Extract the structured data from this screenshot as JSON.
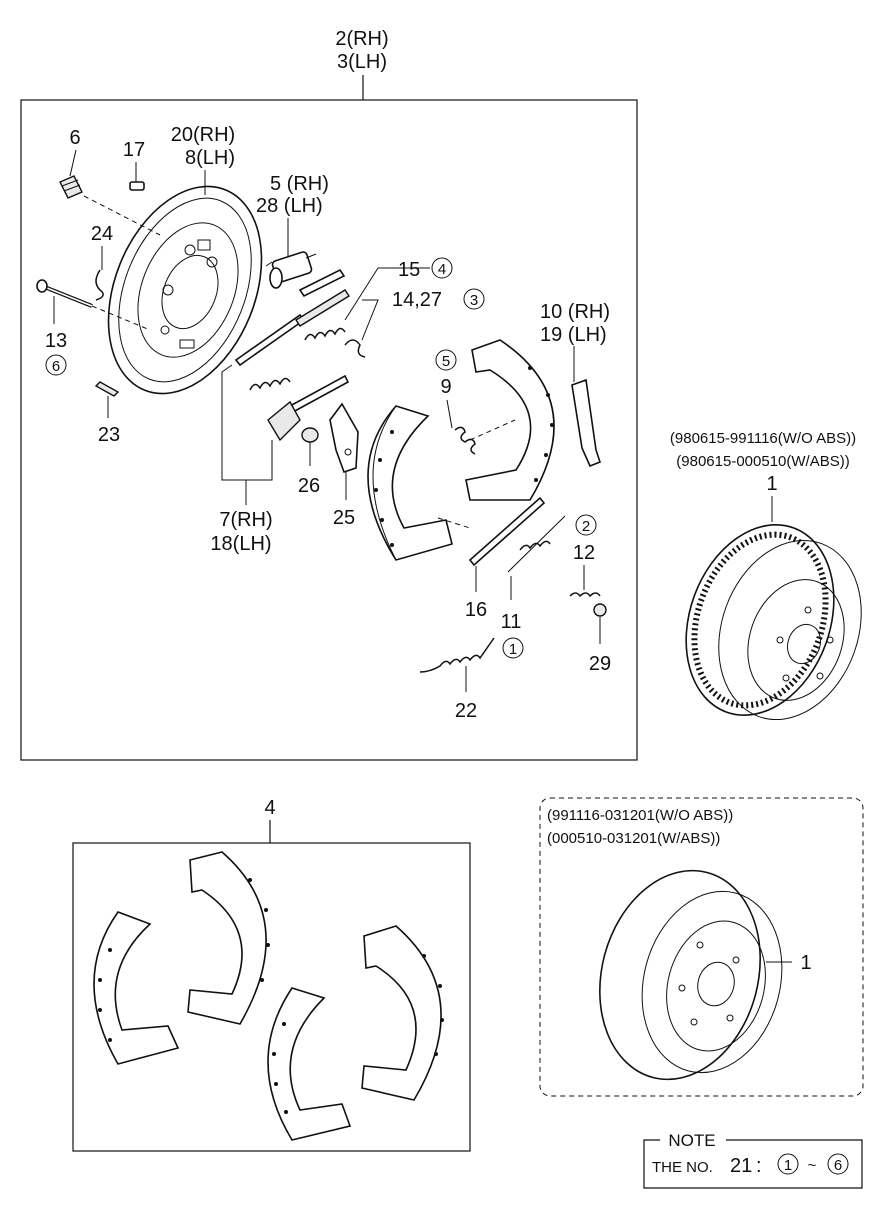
{
  "assembly": {
    "label_line1": "2(RH)",
    "label_line2": "3(LH)"
  },
  "parts": {
    "p6": "6",
    "p17": "17",
    "p20": "20(RH)",
    "p8": "8(LH)",
    "p5": "5 (RH)",
    "p28": "28 (LH)",
    "p24": "24",
    "p15": "15",
    "p15_ref": "4",
    "p14_27": "14,27",
    "p14_ref": "3",
    "p13": "13",
    "p13_ref": "6",
    "p10": "10 (RH)",
    "p19": "19 (LH)",
    "p9_ref": "5",
    "p9": "9",
    "p23": "23",
    "p26": "26",
    "p25": "25",
    "p7": "7(RH)",
    "p18": "18(LH)",
    "p2_ref": "2",
    "p12": "12",
    "p16": "16",
    "p11": "11",
    "p1_ref": "1",
    "p22": "22",
    "p29": "29"
  },
  "drum_top": {
    "code1": "(980615-991116(W/O ABS))",
    "code2": "(980615-000510(W/ABS))",
    "label": "1"
  },
  "shoe_kit": {
    "label": "4"
  },
  "drum_bottom": {
    "code1": "(991116-031201(W/O ABS))",
    "code2": "(000510-031201(W/ABS))",
    "label": "1"
  },
  "note": {
    "title": "NOTE",
    "prefix": "THE NO.",
    "number": "21",
    "colon": ":",
    "range_start": "1",
    "tilde": "~",
    "range_end": "6"
  }
}
